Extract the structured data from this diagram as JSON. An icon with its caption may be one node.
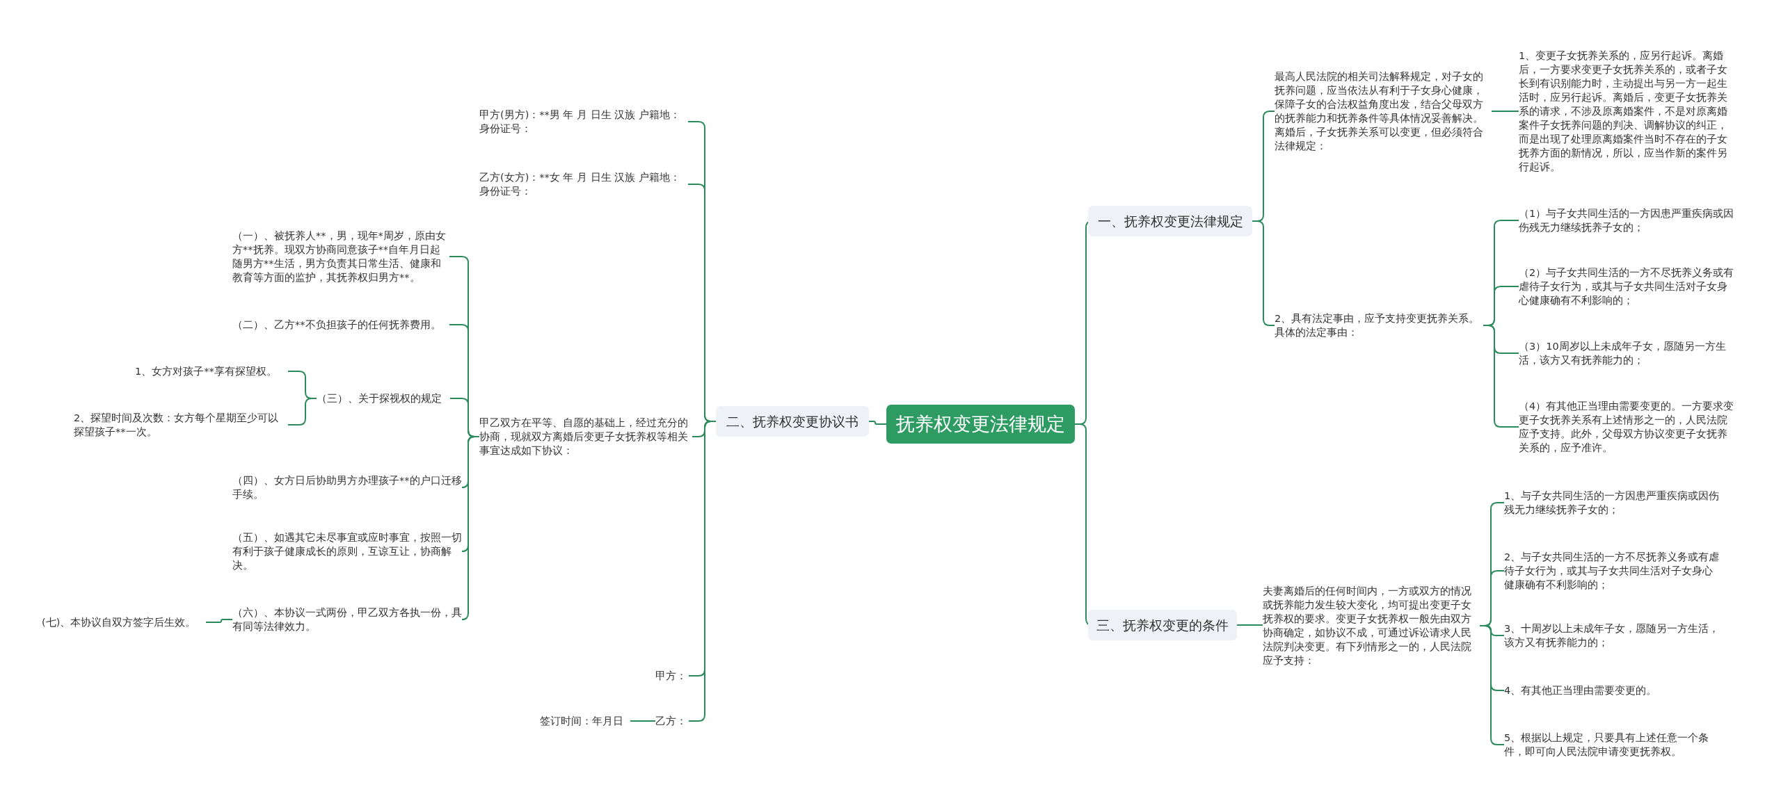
{
  "diagram": {
    "nodes": [
      {
        "text": [
          "抚养权变更法律规定"
        ]
      },
      {
        "text": [
          "一、抚养权变更法律规定"
        ]
      },
      {
        "text": [
          "最高人民法院的相关司法解释规定，对子女的抚养问题，应当依法从有利于子女身心健康，保障子女的合法权益角度出发，结合父母双方的抚养能力和抚养条件等具体情况妥善解决。离婚后，子女抚养关系可以变更，但必须符合法律规定："
        ]
      },
      {
        "text": [
          "1、变更子女抚养关系的，应另行起诉。离婚后，一方要求变更子女抚养关系的，或者子女长到有识别能力时，主动提出与另一方一起生活时，应另行起诉。离婚后，变更子女抚养关系的请求，不涉及原离婚案件，不是对原离婚案件子女抚养问题的判决、调解协议的纠正，而是出现了处理原离婚案件当时不存在的子女抚养方面的新情况，所以，应当作新的案件另行起诉。"
        ]
      },
      {
        "text": [
          "2、具有法定事由，应予支持变更抚养关系。具体的法定事由："
        ]
      },
      {
        "text": [
          "（1）与子女共同生活的一方因患严重疾病或因伤残无力继续抚养子女的；"
        ]
      },
      {
        "text": [
          "（2）与子女共同生活的一方不尽抚养义务或有虐待子女行为，或其与子女共同生活对子女身心健康确有不利影响的；"
        ]
      },
      {
        "text": [
          "（3）10周岁以上未成年子女，愿随另一方生活，该方又有抚养能力的；"
        ]
      },
      {
        "text": [
          "（4）有其他正当理由需要变更的。一方要求变更子女抚养关系有上述情形之一的，人民法院应予支持。此外，父母双方协议变更子女抚养关系的，应予准许。"
        ]
      },
      {
        "text": [
          "三、抚养权变更的条件"
        ]
      },
      {
        "text": [
          "夫妻离婚后的任何时间内，一方或双方的情况或抚养能力发生较大变化，均可提出变更子女抚养权的要求。变更子女抚养权一般先由双方协商确定，如协议不成，可通过诉讼请求人民法院判决变更。有下列情形之一的，人民法院应予支持："
        ]
      },
      {
        "text": [
          "1、与子女共同生活的一方因患严重疾病或因伤残无力继续抚养子女的；"
        ]
      },
      {
        "text": [
          "2、与子女共同生活的一方不尽抚养义务或有虐待子女行为，或其与子女共同生活对子女身心健康确有不利影响的；"
        ]
      },
      {
        "text": [
          "3、十周岁以上未成年子女，愿随另一方生活，该方又有抚养能力的；"
        ]
      },
      {
        "text": [
          "4、有其他正当理由需要变更的。"
        ]
      },
      {
        "text": [
          "5、根据以上规定，只要具有上述任意一个条件，即可向人民法院申请变更抚养权。"
        ]
      },
      {
        "text": [
          "二、抚养权变更协议书"
        ]
      },
      {
        "text": [
          "甲方(男方)：**男 年 月 日生 汉族 户籍地：身份证号："
        ]
      },
      {
        "text": [
          "乙方(女方)：**女 年 月 日生 汉族 户籍地：身份证号："
        ]
      },
      {
        "text": [
          "甲乙双方在平等、自愿的基础上，经过充分的协商，现就双方离婚后变更子女抚养权等相关事宜达成如下协议："
        ]
      },
      {
        "text": [
          "（一）、被抚养人**，男，现年*周岁，原由女方**抚养。现双方协商同意孩子**自年月日起随男方**生活，男方负责其日常生活、健康和教育等方面的监护，其抚养权归男方**。"
        ]
      },
      {
        "text": [
          "（二）、乙方**不负担孩子的任何抚养费用。"
        ]
      },
      {
        "text": [
          "（三）、关于探视权的规定"
        ]
      },
      {
        "text": [
          "1、女方对孩子**享有探望权。"
        ]
      },
      {
        "text": [
          "2、探望时间及次数：女方每个星期至少可以探望孩子**一次。"
        ]
      },
      {
        "text": [
          "（四）、女方日后协助男方办理孩子**的户口迁移手续。"
        ]
      },
      {
        "text": [
          "（五）、如遇其它未尽事宜或应时事宜，按照一切有利于孩子健康成长的原则，互谅互让，协商解决。"
        ]
      },
      {
        "text": [
          "（六）、本协议一式两份，甲乙双方各执一份，具有同等法律效力。"
        ]
      },
      {
        "text": [
          "(七)、本协议自双方签字后生效。"
        ]
      },
      {
        "text": [
          "甲方："
        ]
      },
      {
        "text": [
          "乙方："
        ]
      },
      {
        "text": [
          "签订时间：年月日"
        ]
      }
    ],
    "edges": [
      {
        "from": 0,
        "to": 1,
        "arrow": "none"
      },
      {
        "from": 1,
        "to": 2,
        "arrow": "none"
      },
      {
        "from": 2,
        "to": 3,
        "arrow": "none"
      },
      {
        "from": 1,
        "to": 4,
        "arrow": "none"
      },
      {
        "from": 4,
        "to": 5,
        "arrow": "none"
      },
      {
        "from": 4,
        "to": 6,
        "arrow": "none"
      },
      {
        "from": 4,
        "to": 7,
        "arrow": "none"
      },
      {
        "from": 4,
        "to": 8,
        "arrow": "none"
      },
      {
        "from": 0,
        "to": 9,
        "arrow": "none"
      },
      {
        "from": 9,
        "to": 10,
        "arrow": "none"
      },
      {
        "from": 10,
        "to": 11,
        "arrow": "none"
      },
      {
        "from": 10,
        "to": 12,
        "arrow": "none"
      },
      {
        "from": 10,
        "to": 13,
        "arrow": "none"
      },
      {
        "from": 10,
        "to": 14,
        "arrow": "none"
      },
      {
        "from": 10,
        "to": 15,
        "arrow": "none"
      },
      {
        "from": 0,
        "to": 16,
        "arrow": "none"
      },
      {
        "from": 16,
        "to": 17,
        "arrow": "none"
      },
      {
        "from": 16,
        "to": 18,
        "arrow": "none"
      },
      {
        "from": 16,
        "to": 19,
        "arrow": "none"
      },
      {
        "from": 19,
        "to": 20,
        "arrow": "none"
      },
      {
        "from": 19,
        "to": 21,
        "arrow": "none"
      },
      {
        "from": 19,
        "to": 22,
        "arrow": "none"
      },
      {
        "from": 22,
        "to": 23,
        "arrow": "none"
      },
      {
        "from": 22,
        "to": 24,
        "arrow": "none"
      },
      {
        "from": 19,
        "to": 25,
        "arrow": "none"
      },
      {
        "from": 19,
        "to": 26,
        "arrow": "none"
      },
      {
        "from": 19,
        "to": 27,
        "arrow": "none"
      },
      {
        "from": 27,
        "to": 28,
        "arrow": "none"
      },
      {
        "from": 16,
        "to": 29,
        "arrow": "none"
      },
      {
        "from": 16,
        "to": 30,
        "arrow": "none"
      },
      {
        "from": 30,
        "to": 31,
        "arrow": "none"
      }
    ]
  }
}
